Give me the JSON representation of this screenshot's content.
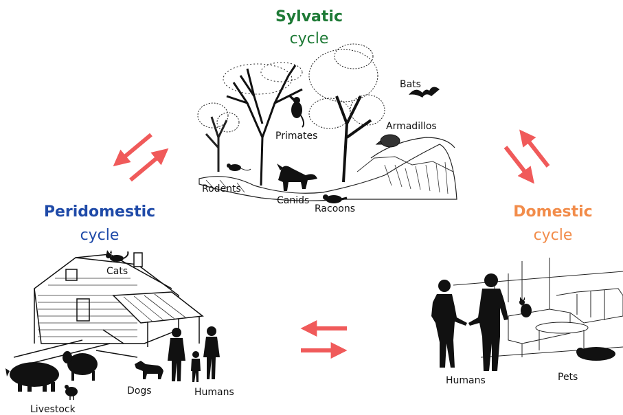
{
  "colors": {
    "sylvatic": "#1e7a36",
    "peridomestic": "#1f4aa8",
    "domestic": "#f28c4a",
    "arrow": "#f05a5a"
  },
  "sylvatic": {
    "title": "Sylvatic",
    "subtitle": "cycle"
  },
  "peridomestic": {
    "title": "Peridomestic",
    "subtitle": "cycle"
  },
  "domestic": {
    "title": "Domestic",
    "subtitle": "cycle"
  },
  "labels": {
    "bats": "Bats",
    "primates": "Primates",
    "armadillos": "Armadillos",
    "rodents": "Rodents",
    "canids": "Canids",
    "racoons": "Racoons",
    "cats": "Cats",
    "dogs": "Dogs",
    "humans_peri": "Humans",
    "livestock": "Livestock",
    "humans_dom": "Humans",
    "pets": "Pets"
  }
}
